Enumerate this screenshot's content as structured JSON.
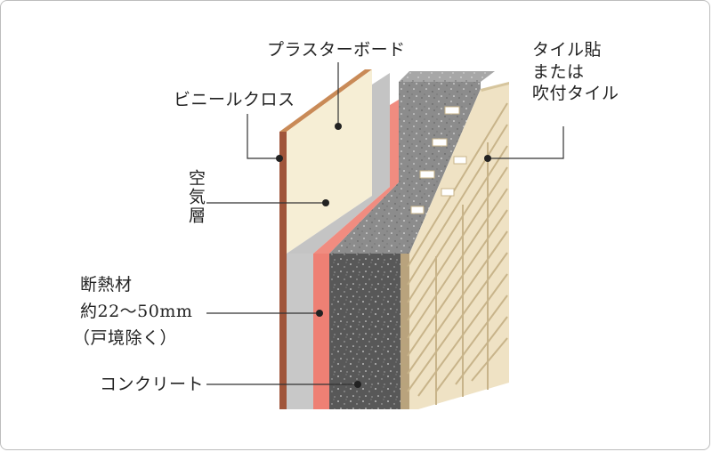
{
  "labels": {
    "plasterboard": "プラスターボード",
    "vinyl_cloth": "ビニールクロス",
    "tile": "タイル貼\nまたは\n吹付タイル",
    "air_layer": "空気層",
    "insulation_line1": "断熱材",
    "insulation_line2": "約22～50mm",
    "insulation_line3": "（戸境除く）",
    "concrete": "コンクリート"
  }
}
